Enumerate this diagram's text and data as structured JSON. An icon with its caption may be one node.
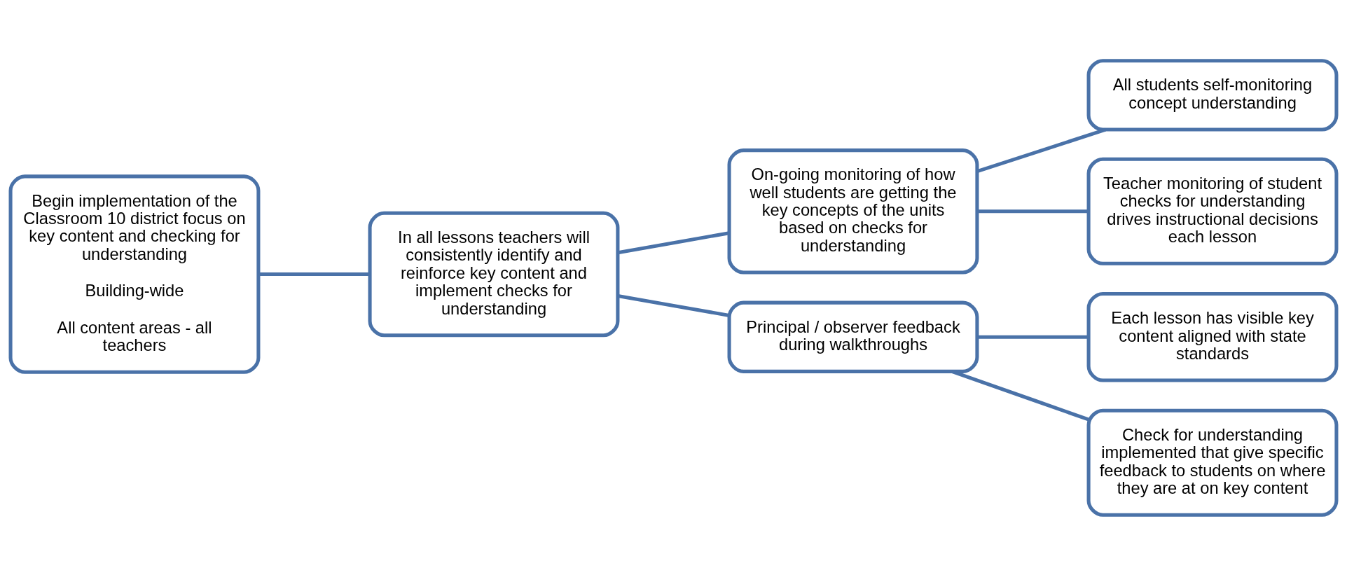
{
  "diagram": {
    "nodes": [
      {
        "text": [
          "Begin implementation of the Classroom 10 district focus on key content and checking for understanding",
          "Building-wide",
          "All content areas - all teachers"
        ]
      },
      {
        "text": [
          "In all lessons teachers will consistently identify and reinforce key content and implement checks for understanding"
        ]
      },
      {
        "text": [
          "On-going monitoring of how well students are getting the key concepts of the units based on checks for understanding"
        ]
      },
      {
        "text": [
          "Principal / observer feedback during walkthroughs"
        ]
      },
      {
        "text": [
          "All students self-monitoring concept understanding"
        ]
      },
      {
        "text": [
          "Teacher monitoring of student checks for understanding drives instructional decisions each lesson"
        ]
      },
      {
        "text": [
          "Each lesson has visible key content aligned with state standards"
        ]
      },
      {
        "text": [
          "Check for understanding implemented that give specific feedback to students on where they are at on key content"
        ]
      }
    ],
    "edges": [
      {
        "from": 0,
        "to": 1,
        "arrow": "none"
      },
      {
        "from": 1,
        "to": 2,
        "arrow": "none"
      },
      {
        "from": 1,
        "to": 3,
        "arrow": "none"
      },
      {
        "from": 2,
        "to": 4,
        "arrow": "none"
      },
      {
        "from": 2,
        "to": 5,
        "arrow": "none"
      },
      {
        "from": 3,
        "to": 6,
        "arrow": "none"
      },
      {
        "from": 3,
        "to": 7,
        "arrow": "none"
      }
    ]
  }
}
